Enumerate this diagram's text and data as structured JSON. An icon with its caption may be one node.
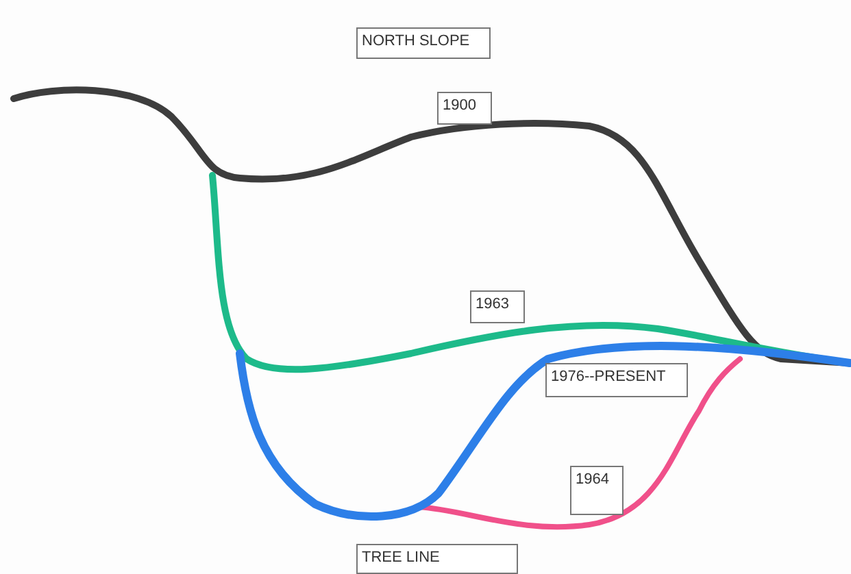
{
  "diagram": {
    "nodes": [
      {
        "text": [
          "NORTH SLOPE"
        ]
      },
      {
        "text": [
          "1900"
        ]
      },
      {
        "text": [
          "1963"
        ]
      },
      {
        "text": [
          "1976--PRESENT"
        ]
      },
      {
        "text": [
          "1964"
        ]
      },
      {
        "text": [
          "TREE LINE"
        ]
      }
    ]
  }
}
